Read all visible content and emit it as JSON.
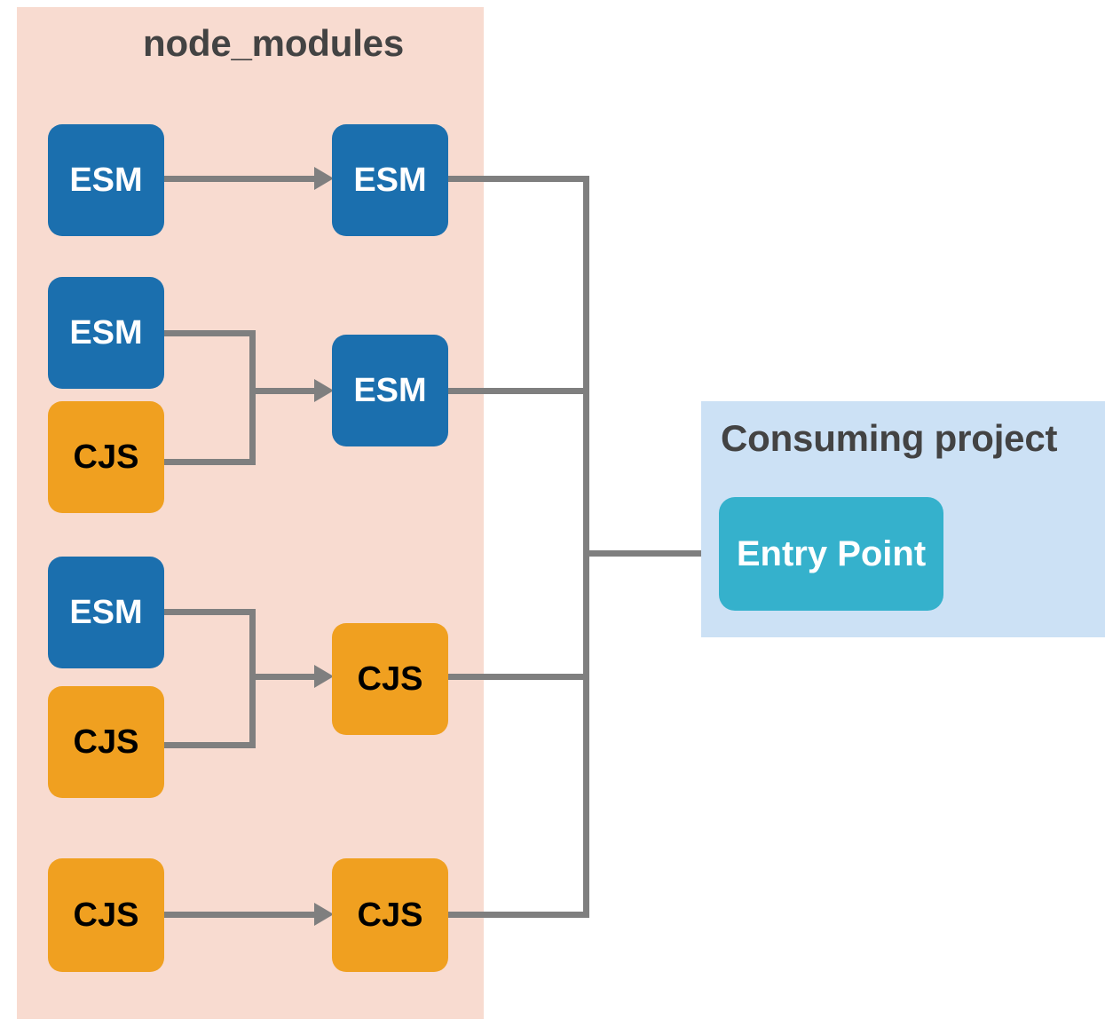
{
  "diagram": {
    "title": "node_modules dependency module-format diagram",
    "colors": {
      "node_modules_panel": "#f8dbd0",
      "consuming_panel": "#cce1f5",
      "esm_box": "#1b6fae",
      "cjs_box": "#f0a020",
      "entry_box": "#35b1cc",
      "connector": "#7f7f7f",
      "title_text": "#434343"
    }
  },
  "node_modules": {
    "title": "node_modules",
    "clusters": [
      {
        "id": "cluster-1",
        "sources": [
          {
            "label": "ESM",
            "format": "esm"
          }
        ],
        "target": {
          "label": "ESM",
          "format": "esm"
        }
      },
      {
        "id": "cluster-2",
        "sources": [
          {
            "label": "ESM",
            "format": "esm"
          },
          {
            "label": "CJS",
            "format": "cjs"
          }
        ],
        "target": {
          "label": "ESM",
          "format": "esm"
        }
      },
      {
        "id": "cluster-3",
        "sources": [
          {
            "label": "ESM",
            "format": "esm"
          },
          {
            "label": "CJS",
            "format": "cjs"
          }
        ],
        "target": {
          "label": "CJS",
          "format": "cjs"
        }
      },
      {
        "id": "cluster-4",
        "sources": [
          {
            "label": "CJS",
            "format": "cjs"
          }
        ],
        "target": {
          "label": "CJS",
          "format": "cjs"
        }
      }
    ]
  },
  "consuming_project": {
    "title": "Consuming project",
    "entry_point": {
      "label": "Entry Point"
    }
  }
}
